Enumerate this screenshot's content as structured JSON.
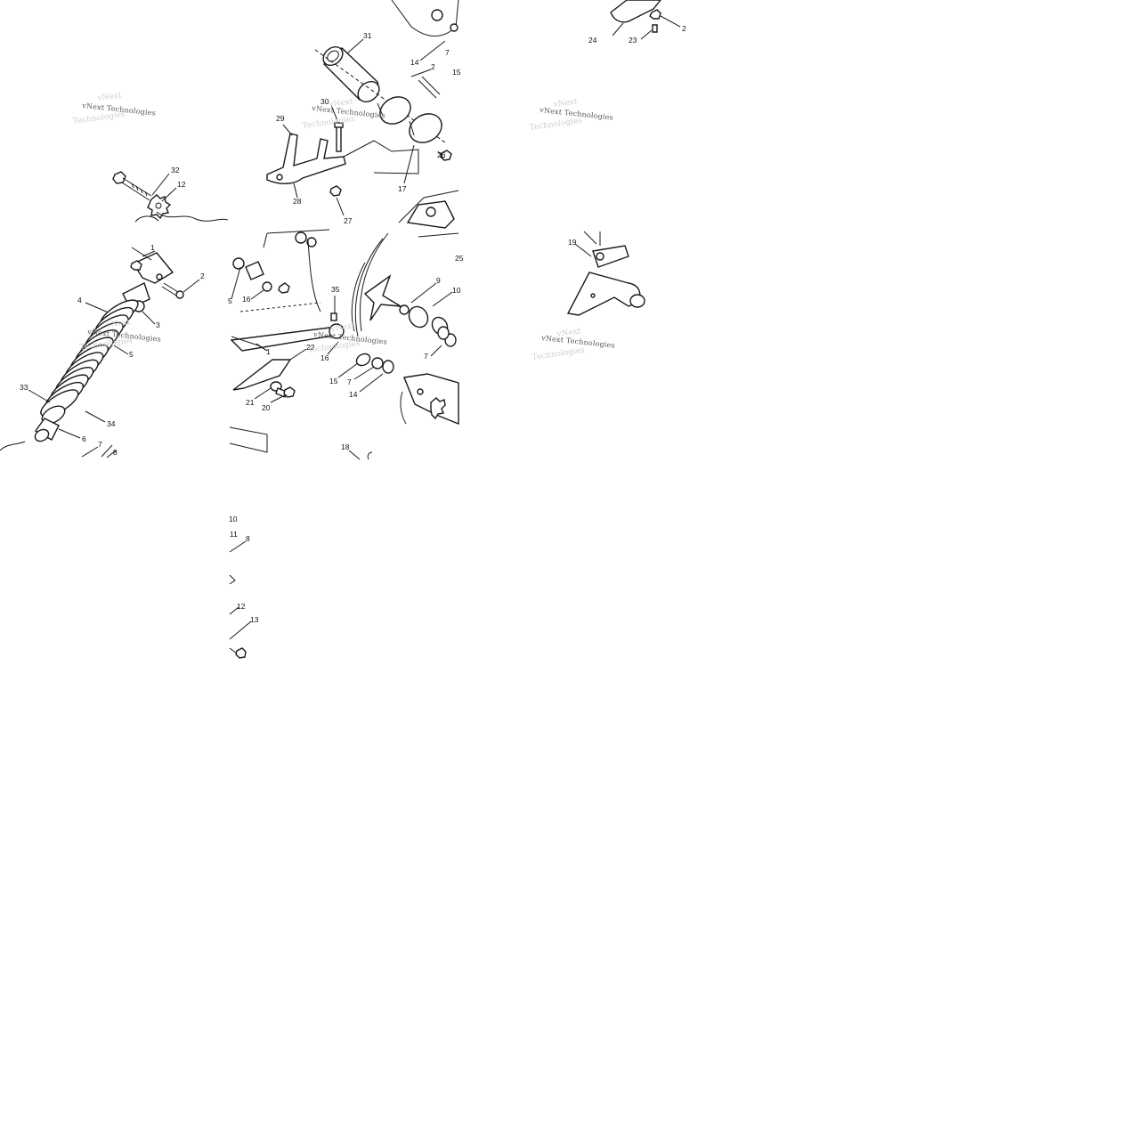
{
  "watermark": {
    "text": "vNext Technologies"
  },
  "diagram": {
    "kind": "exploded parts view — rear suspension",
    "tiles": [
      {
        "id": "tile-top-left",
        "callouts": [
          "32",
          "12"
        ]
      },
      {
        "id": "tile-top-middle",
        "callouts": [
          "31",
          "30",
          "29",
          "28",
          "27",
          "17",
          "26",
          "15",
          "14",
          "2",
          "7"
        ]
      },
      {
        "id": "tile-top-right",
        "callouts": [
          "24",
          "23",
          "2"
        ]
      },
      {
        "id": "tile-middle-left",
        "callouts": [
          "1",
          "2",
          "3",
          "4",
          "5",
          "33",
          "34",
          "6",
          "7",
          "8"
        ]
      },
      {
        "id": "tile-center",
        "callouts": [
          "35",
          "16",
          "16",
          "5",
          "1",
          "22",
          "21",
          "20",
          "9",
          "10",
          "7",
          "15",
          "7",
          "14",
          "25",
          "18"
        ]
      },
      {
        "id": "tile-middle-right",
        "callouts": [
          "19"
        ]
      },
      {
        "id": "tile-lower-strip",
        "callouts": [
          "10",
          "11",
          "8",
          "12",
          "13"
        ]
      }
    ]
  }
}
